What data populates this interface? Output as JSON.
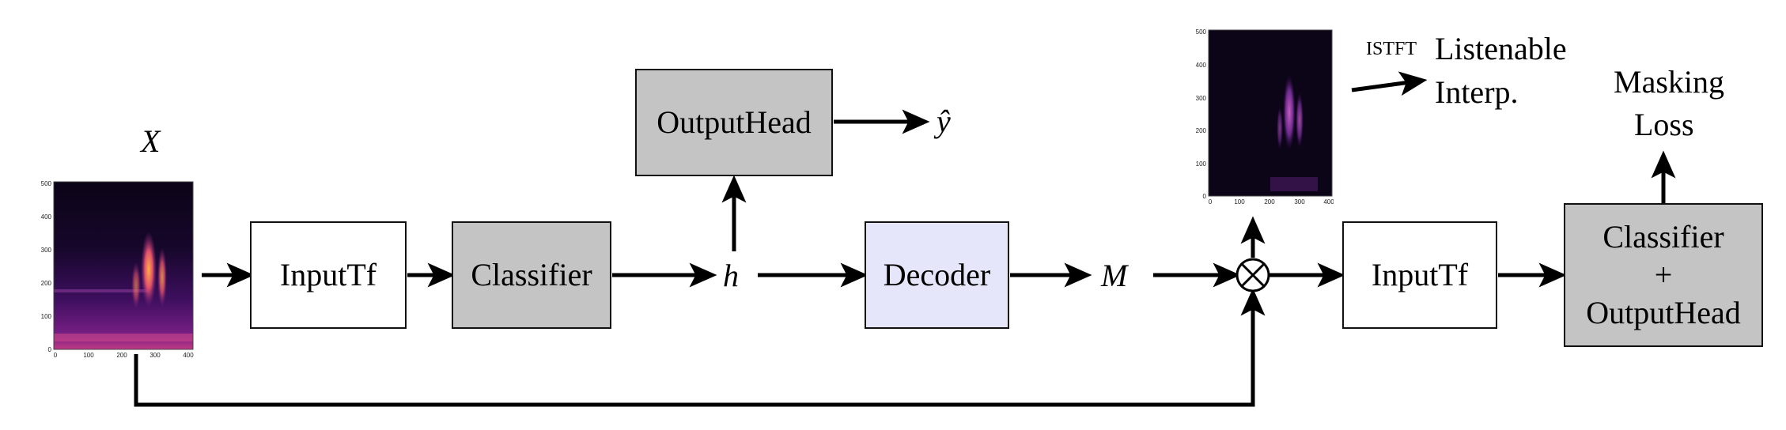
{
  "input": {
    "label": "X",
    "yticks": [
      "500",
      "400",
      "300",
      "200",
      "100",
      "0"
    ],
    "xticks": [
      "0",
      "100",
      "200",
      "300",
      "400"
    ]
  },
  "blocks": {
    "inputtf1": "InputTf",
    "classifier": "Classifier",
    "outputhead": "OutputHead",
    "decoder": "Decoder",
    "inputtf2": "InputTf",
    "classifier_outputhead": [
      "Classifier",
      "+",
      "OutputHead"
    ]
  },
  "symbols": {
    "hidden": "h",
    "prediction": "ŷ",
    "mask": "M",
    "multiply": "⊗"
  },
  "output_spectrogram": {
    "yticks": [
      "500",
      "400",
      "300",
      "200",
      "100",
      "0"
    ],
    "xticks": [
      "0",
      "100",
      "200",
      "300",
      "400"
    ]
  },
  "interp": {
    "istft": "ISTFT",
    "line1": "Listenable",
    "line2": "Interp."
  },
  "loss": {
    "line1": "Masking",
    "line2": "Loss"
  },
  "colors": {
    "gray_block": "#c4c4c4",
    "decoder_block": "#e6e6fa",
    "spectrogram_bg": "#0c0417"
  }
}
